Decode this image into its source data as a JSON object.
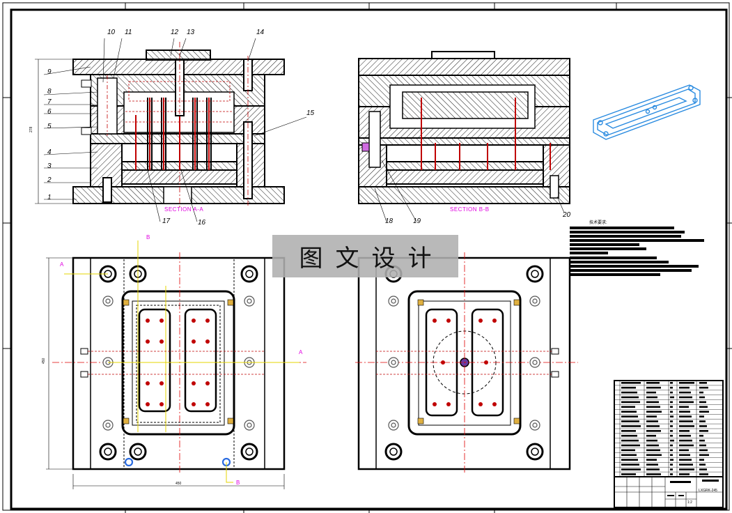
{
  "drawing": {
    "section_a_label": "SECTION A-A",
    "section_b_label": "SECTION B-B",
    "watermark_text": "图文设计",
    "tech_requirements_title": "技术要求:",
    "callouts_left": [
      "1",
      "2",
      "3",
      "4",
      "5",
      "6",
      "7",
      "8",
      "9"
    ],
    "callouts_top": [
      "10",
      "11",
      "12",
      "13",
      "14"
    ],
    "callout_15": "15",
    "callout_16": "16",
    "callout_17": "17",
    "callout_18": "18",
    "callout_19": "19",
    "callout_20": "20",
    "section_markers": {
      "a": "A",
      "b": "B"
    },
    "drawing_number": "LXGRK-245",
    "scale": "1:2"
  },
  "colors": {
    "frame": "#000000",
    "hatch": "#000000",
    "center_line": "#e00000",
    "section_text": "#e000e0",
    "guide_line": "#e6d400",
    "part_model": "#2a8be0",
    "watermark_bg": "#afafaf"
  }
}
